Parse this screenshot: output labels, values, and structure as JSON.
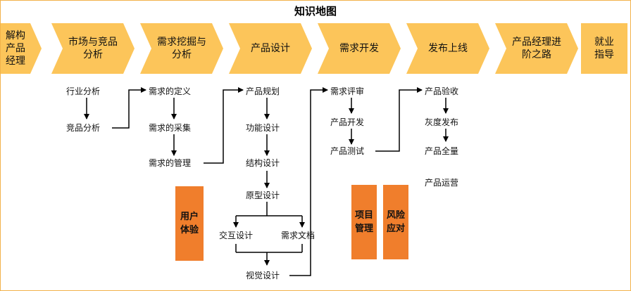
{
  "title": "知识地图",
  "stages": [
    {
      "label": "解构\n产品\n经理"
    },
    {
      "label": "市场与竞品\n分析"
    },
    {
      "label": "需求挖掘与\n分析"
    },
    {
      "label": "产品设计"
    },
    {
      "label": "需求开发"
    },
    {
      "label": "发布上线"
    },
    {
      "label": "产品经理进\n阶之路"
    },
    {
      "label": "就业\n指导"
    }
  ],
  "nodes": {
    "industry": "行业分析",
    "competitor": "竞品分析",
    "req_definition": "需求的定义",
    "req_collection": "需求的采集",
    "req_management": "需求的管理",
    "product_planning": "产品规划",
    "function_design": "功能设计",
    "structure_design": "结构设计",
    "prototype_design": "原型设计",
    "interaction_design": "交互设计",
    "req_document": "需求文档",
    "visual_design": "视觉设计",
    "req_review": "需求评审",
    "product_dev": "产品开发",
    "product_test": "产品测试",
    "product_acceptance": "产品验收",
    "gray_release": "灰度发布",
    "full_release": "产品全量",
    "product_operation": "产品运营"
  },
  "side_boxes": {
    "user_experience": "用户\n体验",
    "project_management": "项目\n管理",
    "risk_response": "风险\n应对"
  },
  "colors": {
    "chevron": "#fcc55a",
    "side_box": "#f07e2c",
    "border": "#f2b24a",
    "line": "#000000"
  }
}
